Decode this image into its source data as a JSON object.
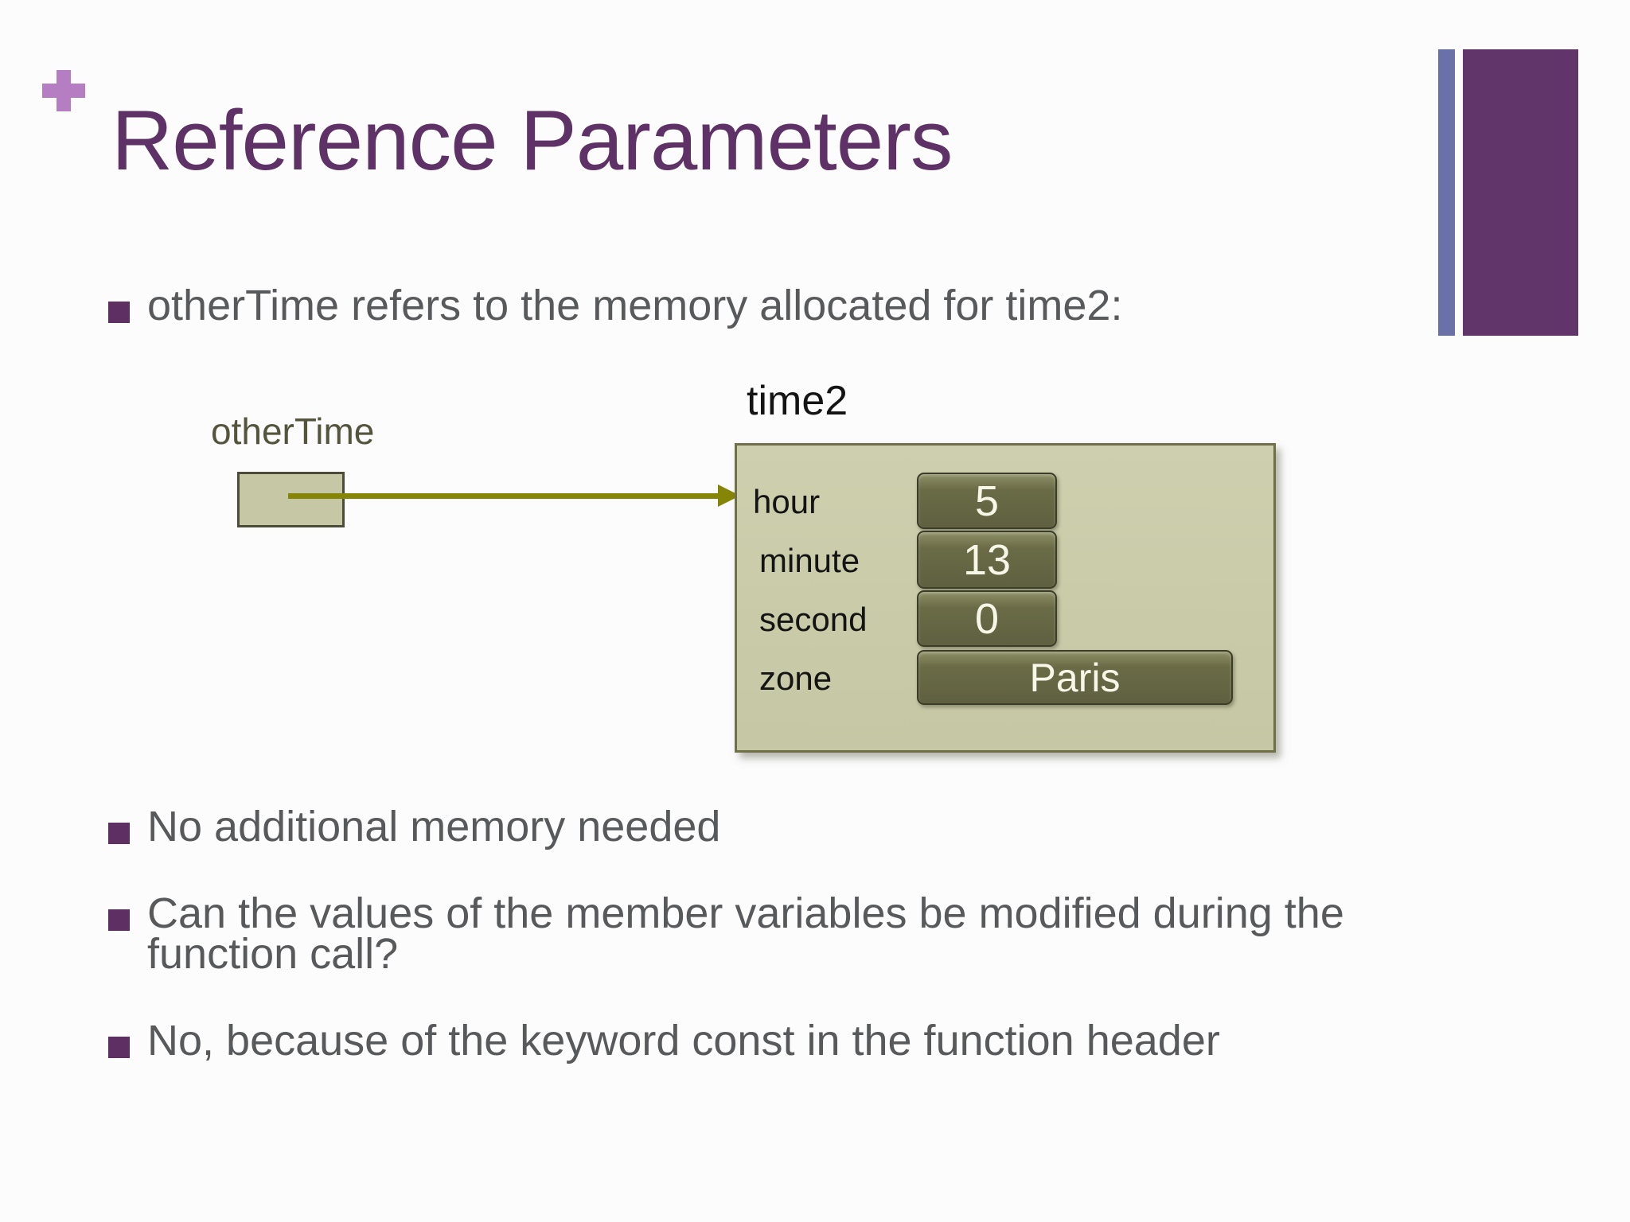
{
  "slide": {
    "plus_mark": "+",
    "title": "Reference Parameters",
    "bullets": [
      {
        "text": "otherTime refers to the memory allocated for time2:"
      },
      {
        "text": "No additional memory needed"
      },
      {
        "text": "Can the values of the member variables be modified during the\nfunction call?"
      },
      {
        "text": "No, because of the keyword const in the function header"
      }
    ]
  },
  "diagram": {
    "pointer_label": "otherTime",
    "object_label": "time2",
    "fields": [
      {
        "name": "hour",
        "value": "5"
      },
      {
        "name": "minute",
        "value": "13"
      },
      {
        "name": "second",
        "value": "0"
      },
      {
        "name": "zone",
        "value": "Paris"
      }
    ]
  },
  "colors": {
    "slide-bg": "#fcfcfd",
    "title-text": "#5e3167",
    "plus-mark": "#b57dc2",
    "bar-thin": "#6a70a8",
    "bar-thick": "#61356a",
    "bullet-marker": "#5d2f62",
    "body-text": "#58595b",
    "pointer-label": "#55553e",
    "diagram-box-fill": "#c6c7a4",
    "diagram-box-border": "#6f7048",
    "value-box-fill": "#6a6b46",
    "value-box-border": "#3c3d29",
    "value-text": "#f7f7e8",
    "arrow": "#858507",
    "field-label": "#141414"
  }
}
